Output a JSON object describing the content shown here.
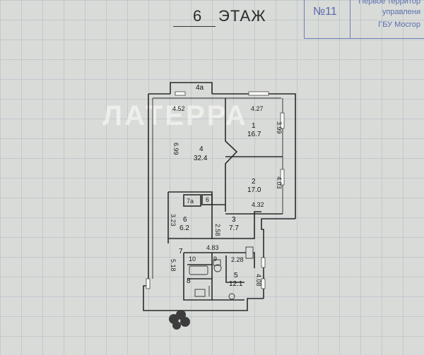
{
  "header": {
    "floor_number": "6",
    "floor_word": "ЭТАЖ"
  },
  "stamp": {
    "number": "№11",
    "line1": "Первое территор",
    "line2": "управлени",
    "line3": "ГБУ Мосгор"
  },
  "watermark": "ЛАТЕРРА",
  "rooms": {
    "r1_num": "1",
    "r1_area": "16.7",
    "r2_num": "2",
    "r2_area": "17.0",
    "r3_num": "3",
    "r3_area": "7.7",
    "r4_num": "4",
    "r4_area": "32.4",
    "r4a_num": "4а",
    "r5_num": "5",
    "r5_area": "12.1",
    "r6_num": "6",
    "r6_area": "6.2",
    "r6b_num": "6",
    "r7_num": "7",
    "r7a_num": "7а",
    "r8_num": "8",
    "r9_num": "9",
    "r10_num": "10"
  },
  "dimensions": {
    "d452": "4.52",
    "d427": "4.27",
    "d399": "3.99",
    "d699": "6.99",
    "d403": "4.03",
    "d432": "4.32",
    "d323": "3.23",
    "d258": "2.58",
    "d483": "4.83",
    "d228": "2.28",
    "d518": "5.18",
    "d408": "4.08"
  }
}
